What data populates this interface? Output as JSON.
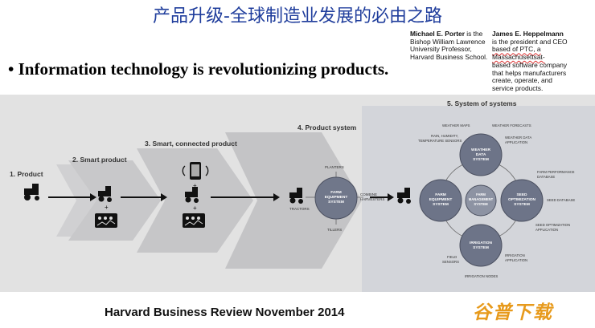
{
  "slide": {
    "title": "产品升级-全球制造业发展的必由之路",
    "bullet": "• Information technology is revolutionizing products.",
    "footer": "Harvard Business Review November 2014",
    "watermark": "谷普下载"
  },
  "authors": [
    {
      "name": "Michael E. Porter",
      "lines": [
        " is the",
        "Bishop William Lawrence",
        "University Professor,",
        "Harvard Business School."
      ]
    },
    {
      "name": "James E. Heppelmann",
      "lines": [
        "is the president and CEO",
        "based of PTC, a Massachusettsat-",
        "based software company",
        "that helps manufacturers",
        "create, operate, and",
        "service products."
      ]
    }
  ],
  "diagram": {
    "stages": [
      "1. Product",
      "2. Smart product",
      "3. Smart, connected product",
      "4. Product system",
      "5. System of systems"
    ],
    "product_system": {
      "hub": [
        "FARM",
        "EQUIPMENT",
        "SYSTEM"
      ],
      "satellites": [
        "PLANTERS",
        "TRACTORS",
        "COMBINE",
        "HARVESTERS",
        "TILLERS"
      ]
    },
    "system_of_systems": {
      "weather": [
        "WEATHER",
        "DATA",
        "SYSTEM"
      ],
      "farm_equipment": [
        "FARM",
        "EQUIPMENT",
        "SYSTEM"
      ],
      "farm_management": [
        "FARM",
        "MANAGEMENT",
        "SYSTEM"
      ],
      "seed": [
        "SEED",
        "OPTIMIZATION",
        "SYSTEM"
      ],
      "irrigation": [
        "IRRIGATION",
        "SYSTEM"
      ],
      "labels": {
        "weather_maps": "WEATHER MAPS",
        "weather_forecasts": "WEATHER FORECASTS",
        "rain_1": "RAIN, HUMIDITY,",
        "rain_2": "TEMPERATURE SENSORS",
        "weather_app_1": "WEATHER DATA",
        "weather_app_2": "APPLICATION",
        "farm_perf_1": "FARM PERFORMANCE",
        "farm_perf_2": "DATABASE",
        "seed_db": "SEED DATABASE",
        "seed_app_1": "SEED OPTIMIZATION",
        "seed_app_2": "APPLICATION",
        "field_1": "FIELD",
        "field_2": "SENSORS",
        "irr_app_1": "IRRIGATION",
        "irr_app_2": "APPLICATION",
        "irr_nodes": "IRRIGATION NODES"
      }
    },
    "colors": {
      "band": "#dcdcdc",
      "chevron": "#c9c9cb",
      "panel": "#d5d7dc",
      "circle": "#6d7488",
      "circle_light": "#8d93a3",
      "arrow": "#111111",
      "title": "#1f3d9c"
    }
  }
}
